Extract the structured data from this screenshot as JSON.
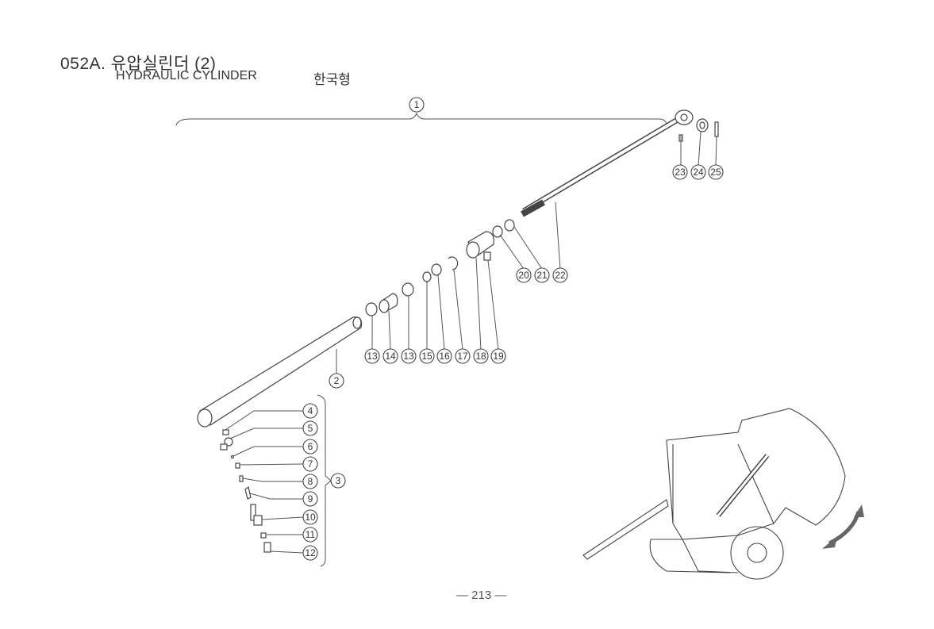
{
  "header": {
    "title": "052A. 유압실린더 (2)",
    "subtitle": "HYDRAULIC CYLINDER",
    "variant": "한국형"
  },
  "callouts": [
    "1",
    "23",
    "24",
    "25",
    "20",
    "21",
    "22",
    "13",
    "14",
    "13",
    "15",
    "16",
    "17",
    "18",
    "19",
    "2",
    "4",
    "5",
    "6",
    "7",
    "8",
    "9",
    "10",
    "11",
    "12",
    "3"
  ],
  "footer": {
    "page_number": "— 213 —"
  }
}
